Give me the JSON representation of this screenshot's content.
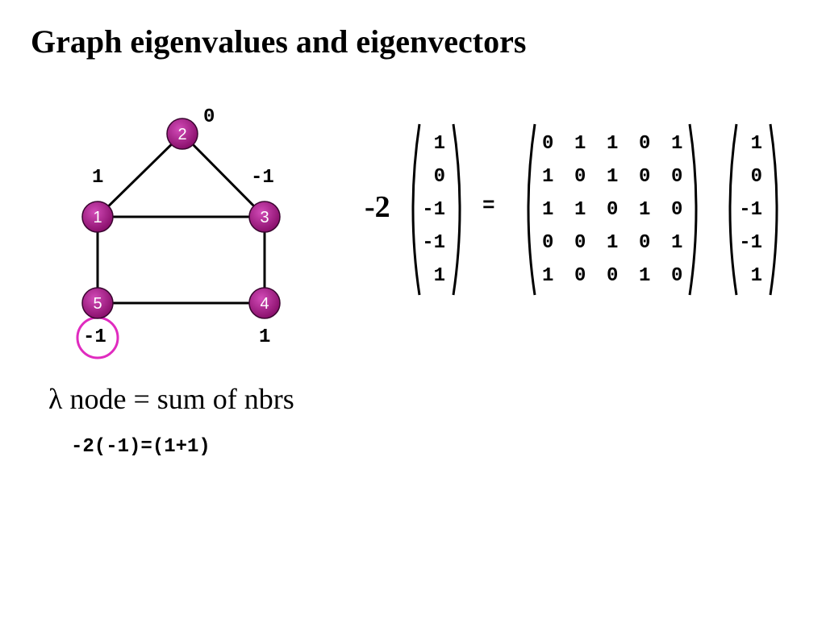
{
  "title": "Graph eigenvalues and eigenvectors",
  "graph": {
    "nodes": [
      {
        "id": "1",
        "value": "1"
      },
      {
        "id": "2",
        "value": "0"
      },
      {
        "id": "3",
        "value": "-1"
      },
      {
        "id": "4",
        "value": "1"
      },
      {
        "id": "5",
        "value": "-1"
      }
    ],
    "edges": [
      [
        "1",
        "2"
      ],
      [
        "2",
        "3"
      ],
      [
        "1",
        "3"
      ],
      [
        "1",
        "5"
      ],
      [
        "3",
        "4"
      ],
      [
        "5",
        "4"
      ]
    ],
    "node_color": "#a0177f",
    "highlight_color": "#e02bbf",
    "highlighted_value_node": "5"
  },
  "equation": {
    "scalar": "-2",
    "left_vector": [
      "1",
      "0",
      "-1",
      "-1",
      "1"
    ],
    "equals": "=",
    "matrix": [
      [
        "0",
        "1",
        "1",
        "0",
        "1"
      ],
      [
        "1",
        "0",
        "1",
        "0",
        "0"
      ],
      [
        "1",
        "1",
        "0",
        "1",
        "0"
      ],
      [
        "0",
        "0",
        "1",
        "0",
        "1"
      ],
      [
        "1",
        "0",
        "0",
        "1",
        "0"
      ]
    ],
    "right_vector": [
      "1",
      "0",
      "-1",
      "-1",
      "1"
    ]
  },
  "caption": {
    "symbol": "λ",
    "text": " node = sum of nbrs"
  },
  "formula": "-2(-1)=(1+1)"
}
